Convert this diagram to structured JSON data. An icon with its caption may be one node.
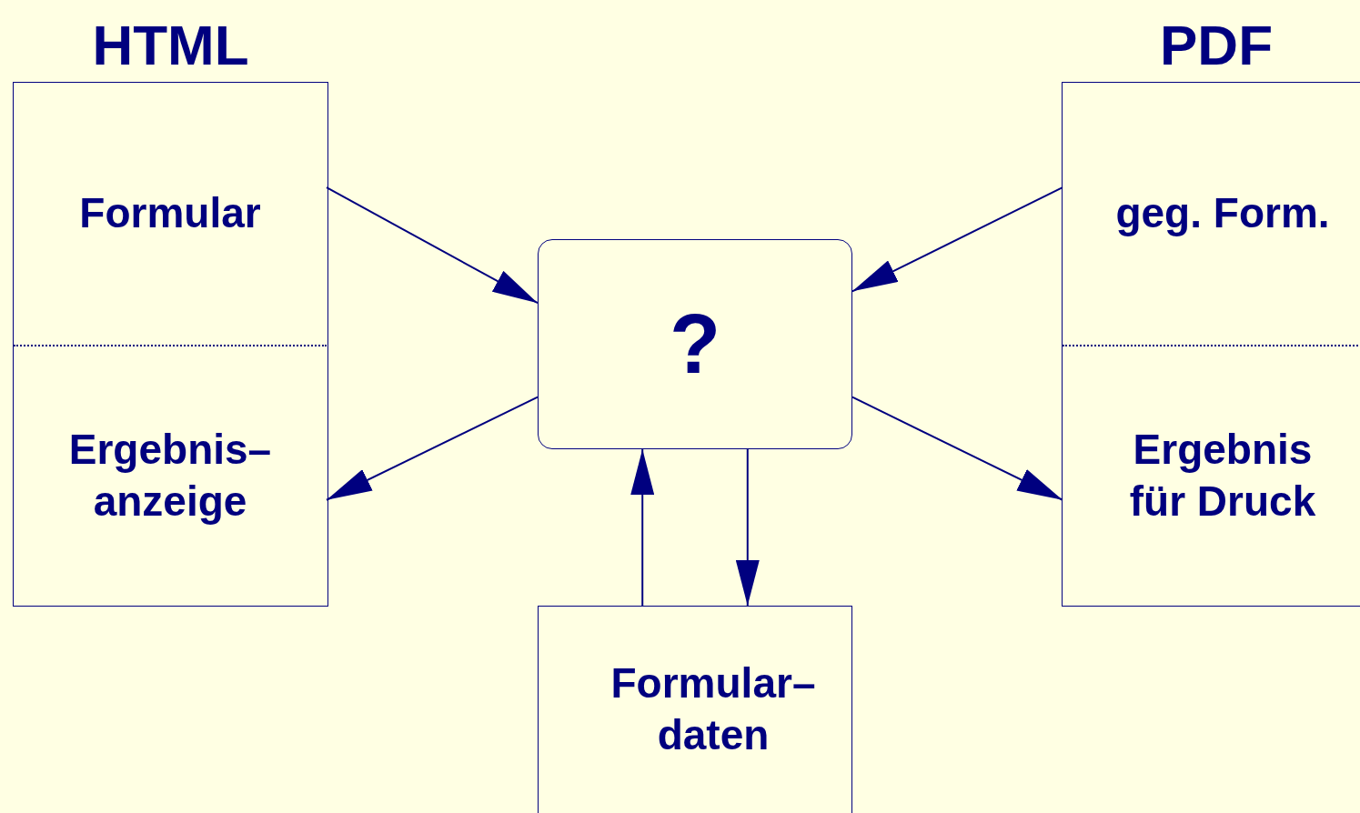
{
  "diagram": {
    "nodes": [
      {
        "text": [
          "HTML"
        ]
      },
      {
        "text": [
          "Formular"
        ],
        "in": 0
      },
      {
        "text": [
          "Ergebnis– anzeige"
        ],
        "in": 0
      },
      {
        "text": [
          "?"
        ]
      },
      {
        "text": [
          "PDF"
        ]
      },
      {
        "text": [
          "geg. Form."
        ],
        "in": 4
      },
      {
        "text": [
          "Ergebnis für Druck"
        ],
        "in": 4
      },
      {
        "text": [
          "Formular– daten"
        ]
      }
    ],
    "edges": [
      {
        "from": 1,
        "to": 3,
        "arrow": "to"
      },
      {
        "from": 3,
        "to": 2,
        "arrow": "to"
      },
      {
        "from": 5,
        "to": 3,
        "arrow": "to"
      },
      {
        "from": 3,
        "to": 6,
        "arrow": "to"
      },
      {
        "from": 7,
        "to": 3,
        "arrow": "to"
      },
      {
        "from": 3,
        "to": 7,
        "arrow": "to"
      }
    ]
  }
}
